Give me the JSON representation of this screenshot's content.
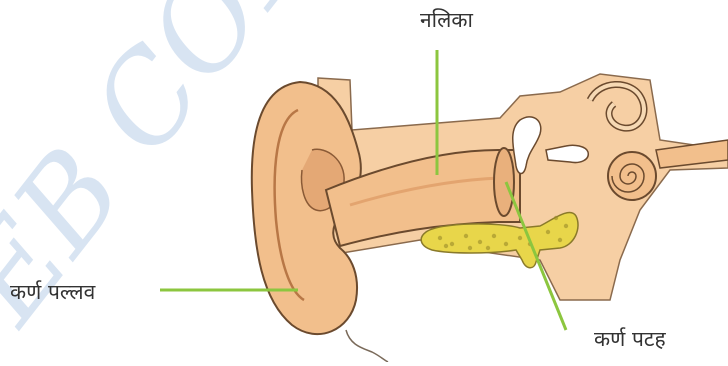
{
  "watermark": {
    "text": "EB COP",
    "color": "#b9cfe8"
  },
  "labels": {
    "ear_canal": "नलिका",
    "pinna": "कर्ण पल्लव",
    "eardrum": "कर्ण पटह"
  },
  "colors": {
    "skin": "#f2bf8c",
    "skin_dark": "#d9925b",
    "outline": "#6b4a2e",
    "bone_fill": "#ffffff",
    "gland": "#e8d64a",
    "pointer_line": "#8cc63f"
  }
}
